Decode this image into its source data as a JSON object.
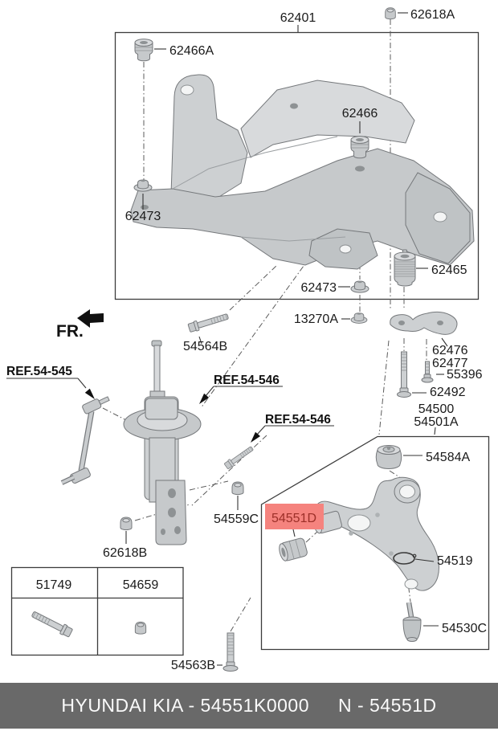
{
  "parts": {
    "p62401": "62401",
    "p62618A": "62618A",
    "p62466A": "62466A",
    "p62466": "62466",
    "p62473": "62473",
    "p62465": "62465",
    "p13270A": "13270A",
    "p54564B": "54564B",
    "p62476": "62476",
    "p62477": "62477",
    "p55396": "55396",
    "p62492": "62492",
    "p54500": "54500",
    "p54501A": "54501A",
    "p54584A": "54584A",
    "p54551D": "54551D",
    "p54519": "54519",
    "p54559C": "54559C",
    "p62618B": "62618B",
    "p54530C": "54530C",
    "p54563B": "54563B"
  },
  "refs": {
    "ref545": "REF.54-545",
    "ref546": "REF.54-546"
  },
  "fr_label": "FR.",
  "highlight": {
    "part": "54551D",
    "bg": "#f5837e",
    "text_color": "#9c2f28"
  },
  "table": {
    "columns": [
      "51749",
      "54659"
    ]
  },
  "footer": {
    "left": "HYUNDAI KIA - 54551K0000",
    "right": "N - 54551D",
    "bg": "#696969"
  }
}
